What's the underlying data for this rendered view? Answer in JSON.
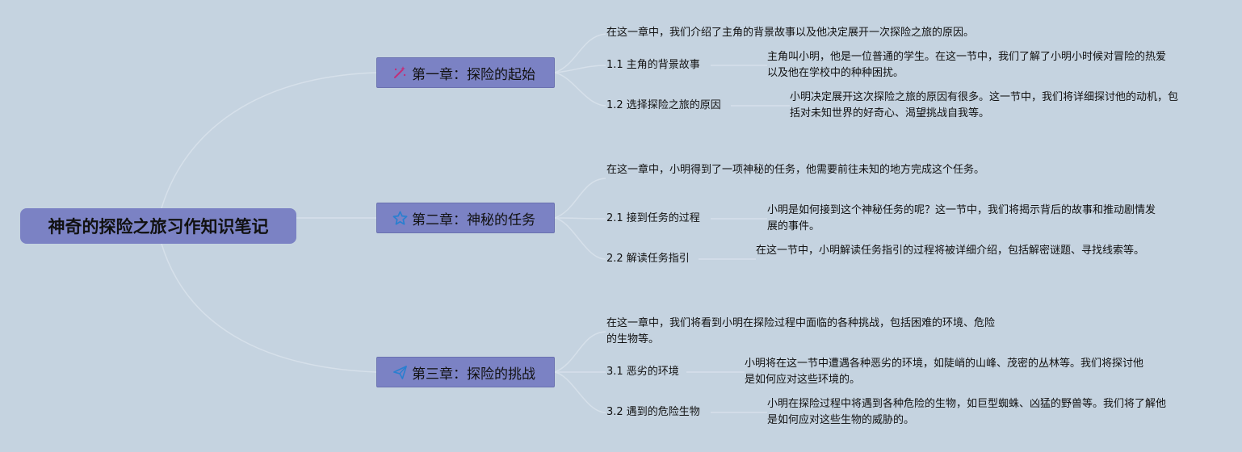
{
  "root": {
    "title": "神奇的探险之旅习作知识笔记"
  },
  "chapters": [
    {
      "title": "第一章：探险的起始",
      "icon": "magic-wand-icon",
      "icon_color": "#c0307a",
      "summary": "在这一章中，我们介绍了主角的背景故事以及他决定展开一次探险之旅的原因。",
      "sections": [
        {
          "title": "1.1 主角的背景故事",
          "detail": "主角叫小明，他是一位普通的学生。在这一节中，我们了解了小明小时候对冒险的热爱以及他在学校中的种种困扰。"
        },
        {
          "title": "1.2 选择探险之旅的原因",
          "detail": "小明决定展开这次探险之旅的原因有很多。这一节中，我们将详细探讨他的动机，包括对未知世界的好奇心、渴望挑战自我等。"
        }
      ]
    },
    {
      "title": "第二章：神秘的任务",
      "icon": "star-icon",
      "icon_color": "#2a7fd0",
      "summary": "在这一章中，小明得到了一项神秘的任务，他需要前往未知的地方完成这个任务。",
      "sections": [
        {
          "title": "2.1 接到任务的过程",
          "detail": "小明是如何接到这个神秘任务的呢？这一节中，我们将揭示背后的故事和推动剧情发展的事件。"
        },
        {
          "title": "2.2 解读任务指引",
          "detail": "在这一节中，小明解读任务指引的过程将被详细介绍，包括解密谜题、寻找线索等。"
        }
      ]
    },
    {
      "title": "第三章：探险的挑战",
      "icon": "paper-plane-icon",
      "icon_color": "#2a7fd0",
      "summary": "在这一章中，我们将看到小明在探险过程中面临的各种挑战，包括困难的环境、危险的生物等。",
      "sections": [
        {
          "title": "3.1 恶劣的环境",
          "detail": "小明将在这一节中遭遇各种恶劣的环境，如陡峭的山峰、茂密的丛林等。我们将探讨他是如何应对这些环境的。"
        },
        {
          "title": "3.2 遇到的危险生物",
          "detail": "小明在探险过程中将遇到各种危险的生物，如巨型蜘蛛、凶猛的野兽等。我们将了解他是如何应对这些生物的威胁的。"
        }
      ]
    }
  ]
}
